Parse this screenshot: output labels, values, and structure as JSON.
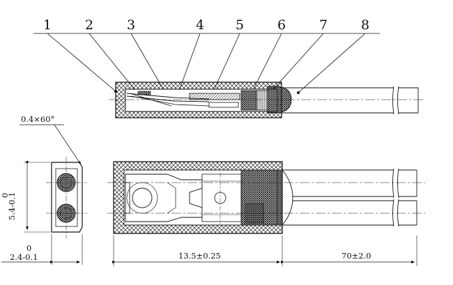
{
  "callouts": [
    "1",
    "2",
    "3",
    "4",
    "5",
    "6",
    "7",
    "8"
  ],
  "dimensions": {
    "chamfer": "0.4×60°",
    "height_nominal": "5.4-0.1",
    "height_upper_tol": "0",
    "width_nominal": "2.4-0.1",
    "width_upper_tol": "0",
    "body_length": "13.5±0.25",
    "lead_length": "70±2.0"
  }
}
